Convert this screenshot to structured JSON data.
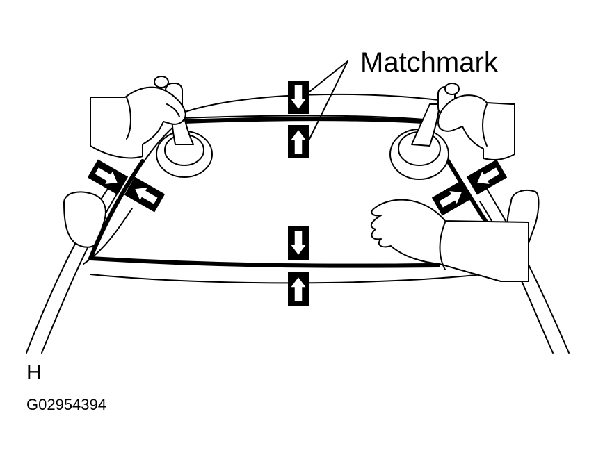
{
  "labels": {
    "callout": "Matchmark",
    "view_letter": "H",
    "figure_code": "G02954394"
  },
  "colors": {
    "ink": "#000000",
    "paper": "#ffffff"
  }
}
